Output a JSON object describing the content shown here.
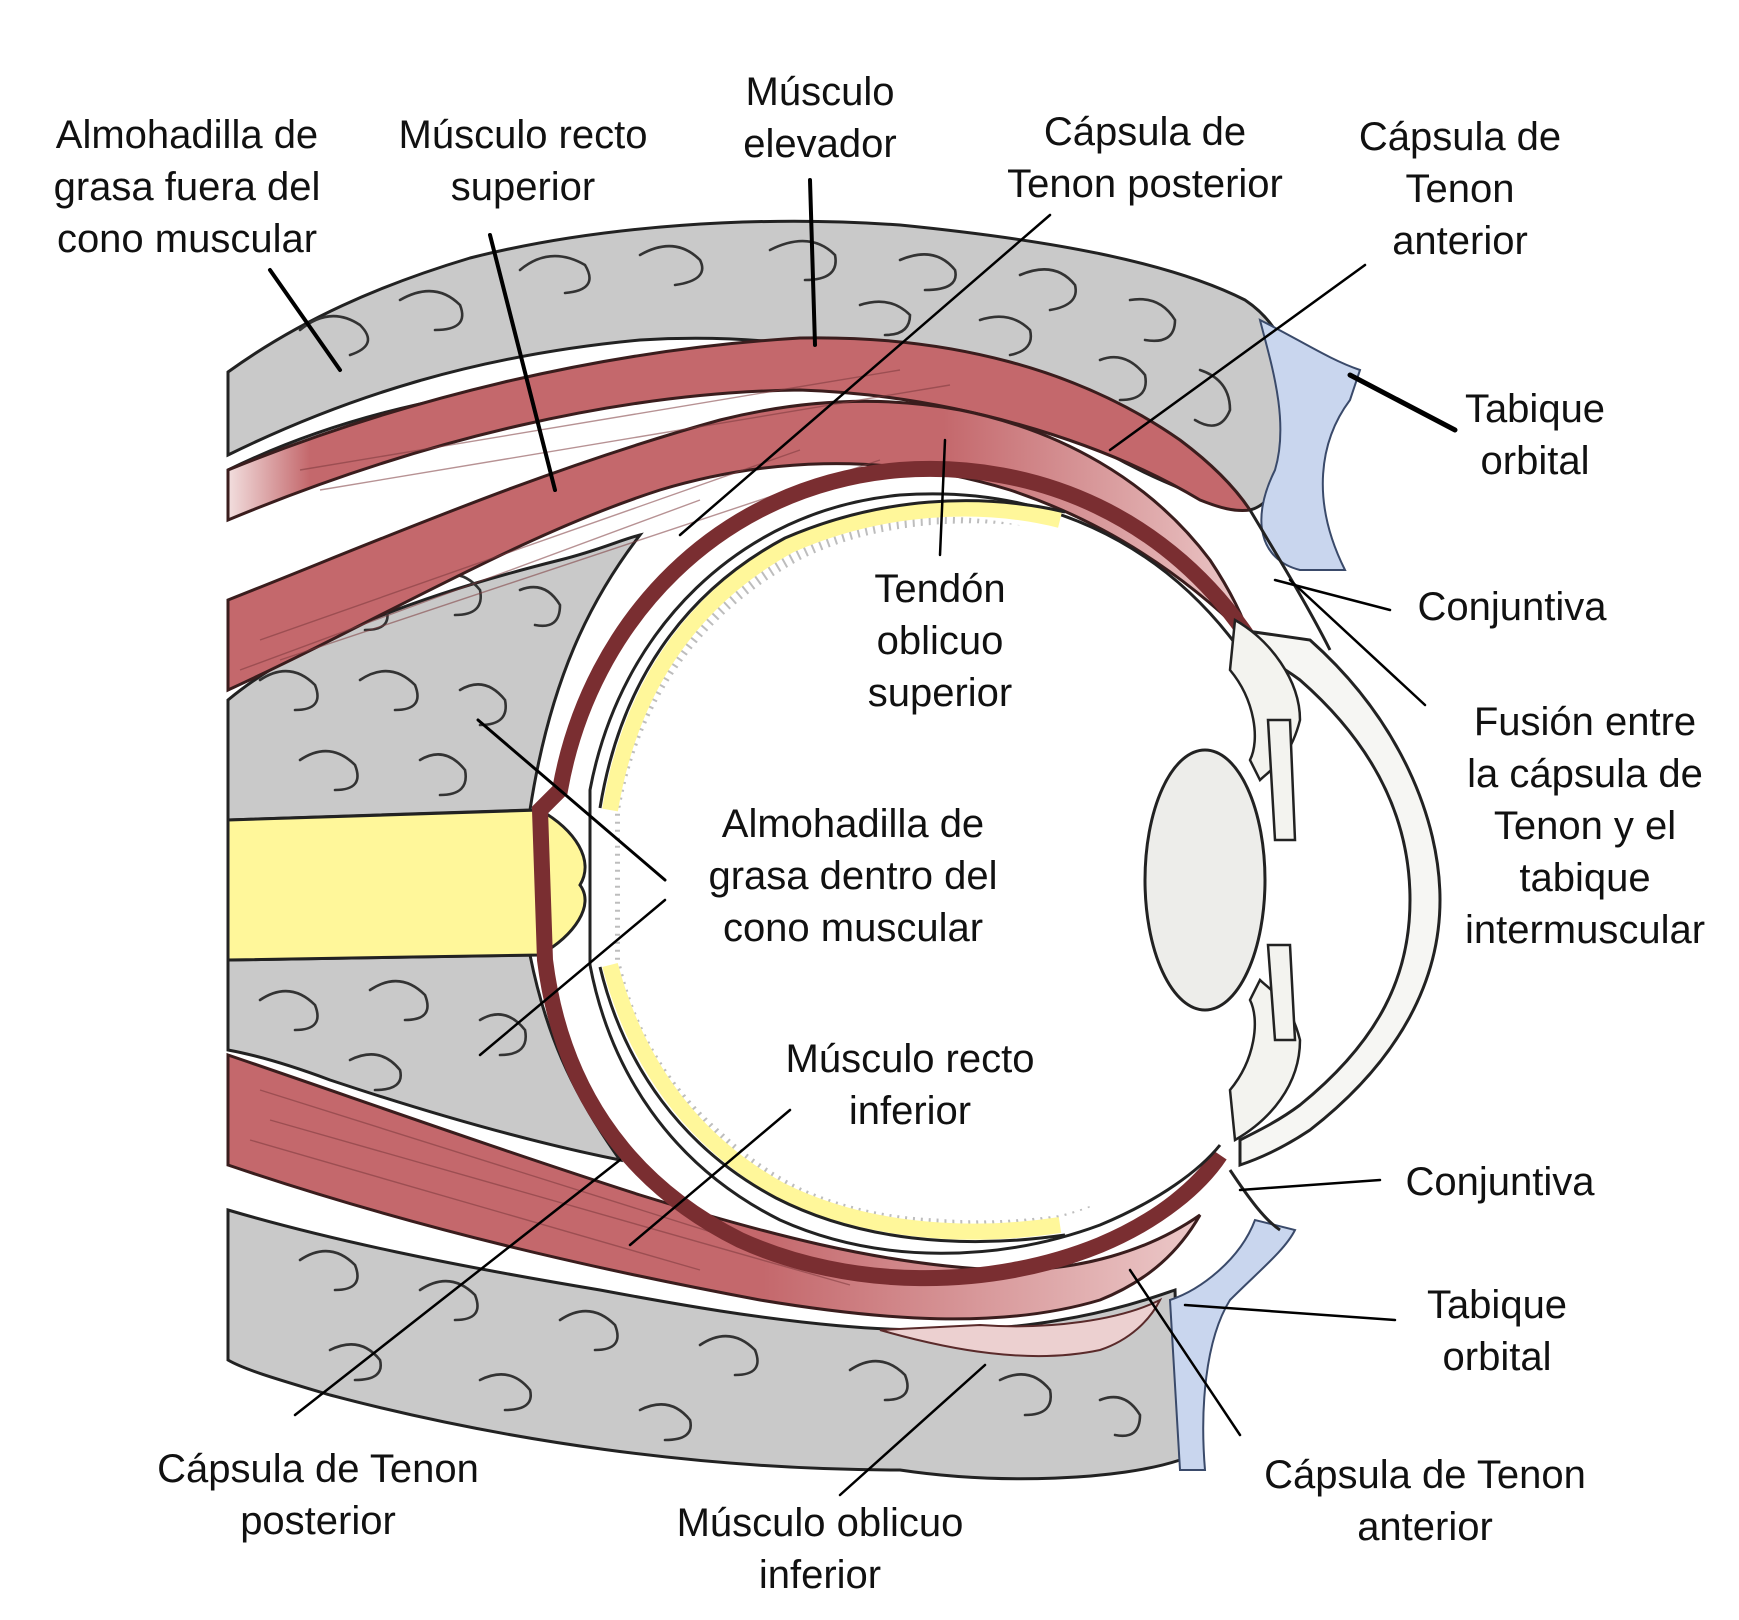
{
  "labels": [
    {
      "id": "fat-outside-cone",
      "lines": [
        "Almohadilla de",
        "grasa fuera del",
        "cono muscular"
      ]
    },
    {
      "id": "superior-rectus",
      "lines": [
        "Músculo recto",
        "superior"
      ]
    },
    {
      "id": "levator",
      "lines": [
        "Músculo",
        "elevador"
      ]
    },
    {
      "id": "posterior-tenon-top",
      "lines": [
        "Cápsula de",
        "Tenon posterior"
      ]
    },
    {
      "id": "anterior-tenon-top",
      "lines": [
        "Cápsula de",
        "Tenon",
        "anterior"
      ]
    },
    {
      "id": "orbital-septum-top",
      "lines": [
        "Tabique",
        "orbital"
      ]
    },
    {
      "id": "conjunctiva-top",
      "lines": [
        "Conjuntiva"
      ]
    },
    {
      "id": "superior-oblique-tendon",
      "lines": [
        "Tendón",
        "oblicuo",
        "superior"
      ]
    },
    {
      "id": "fusion-tenon-septum",
      "lines": [
        "Fusión entre",
        "la cápsula de",
        "Tenon y el",
        "tabique",
        "intermuscular"
      ]
    },
    {
      "id": "fat-inside-cone",
      "lines": [
        "Almohadilla de",
        "grasa dentro del",
        "cono muscular"
      ]
    },
    {
      "id": "inferior-rectus",
      "lines": [
        "Músculo recto",
        "inferior"
      ]
    },
    {
      "id": "conjunctiva-bottom",
      "lines": [
        "Conjuntiva"
      ]
    },
    {
      "id": "orbital-septum-bottom",
      "lines": [
        "Tabique",
        "orbital"
      ]
    },
    {
      "id": "posterior-tenon-bottom",
      "lines": [
        "Cápsula de Tenon",
        "posterior"
      ]
    },
    {
      "id": "inferior-oblique",
      "lines": [
        "Músculo oblicuo",
        "inferior"
      ]
    },
    {
      "id": "anterior-tenon-bottom",
      "lines": [
        "Cápsula de Tenon",
        "anterior"
      ]
    }
  ],
  "colors": {
    "fat": "#c9c9c9",
    "muscle": "#c4686c",
    "muscle_light": "#e8c4c4",
    "optic_nerve": "#fff79a",
    "septum": "#c9d6ee",
    "sclera_dark": "#7a2e31",
    "lens": "#ededea"
  }
}
